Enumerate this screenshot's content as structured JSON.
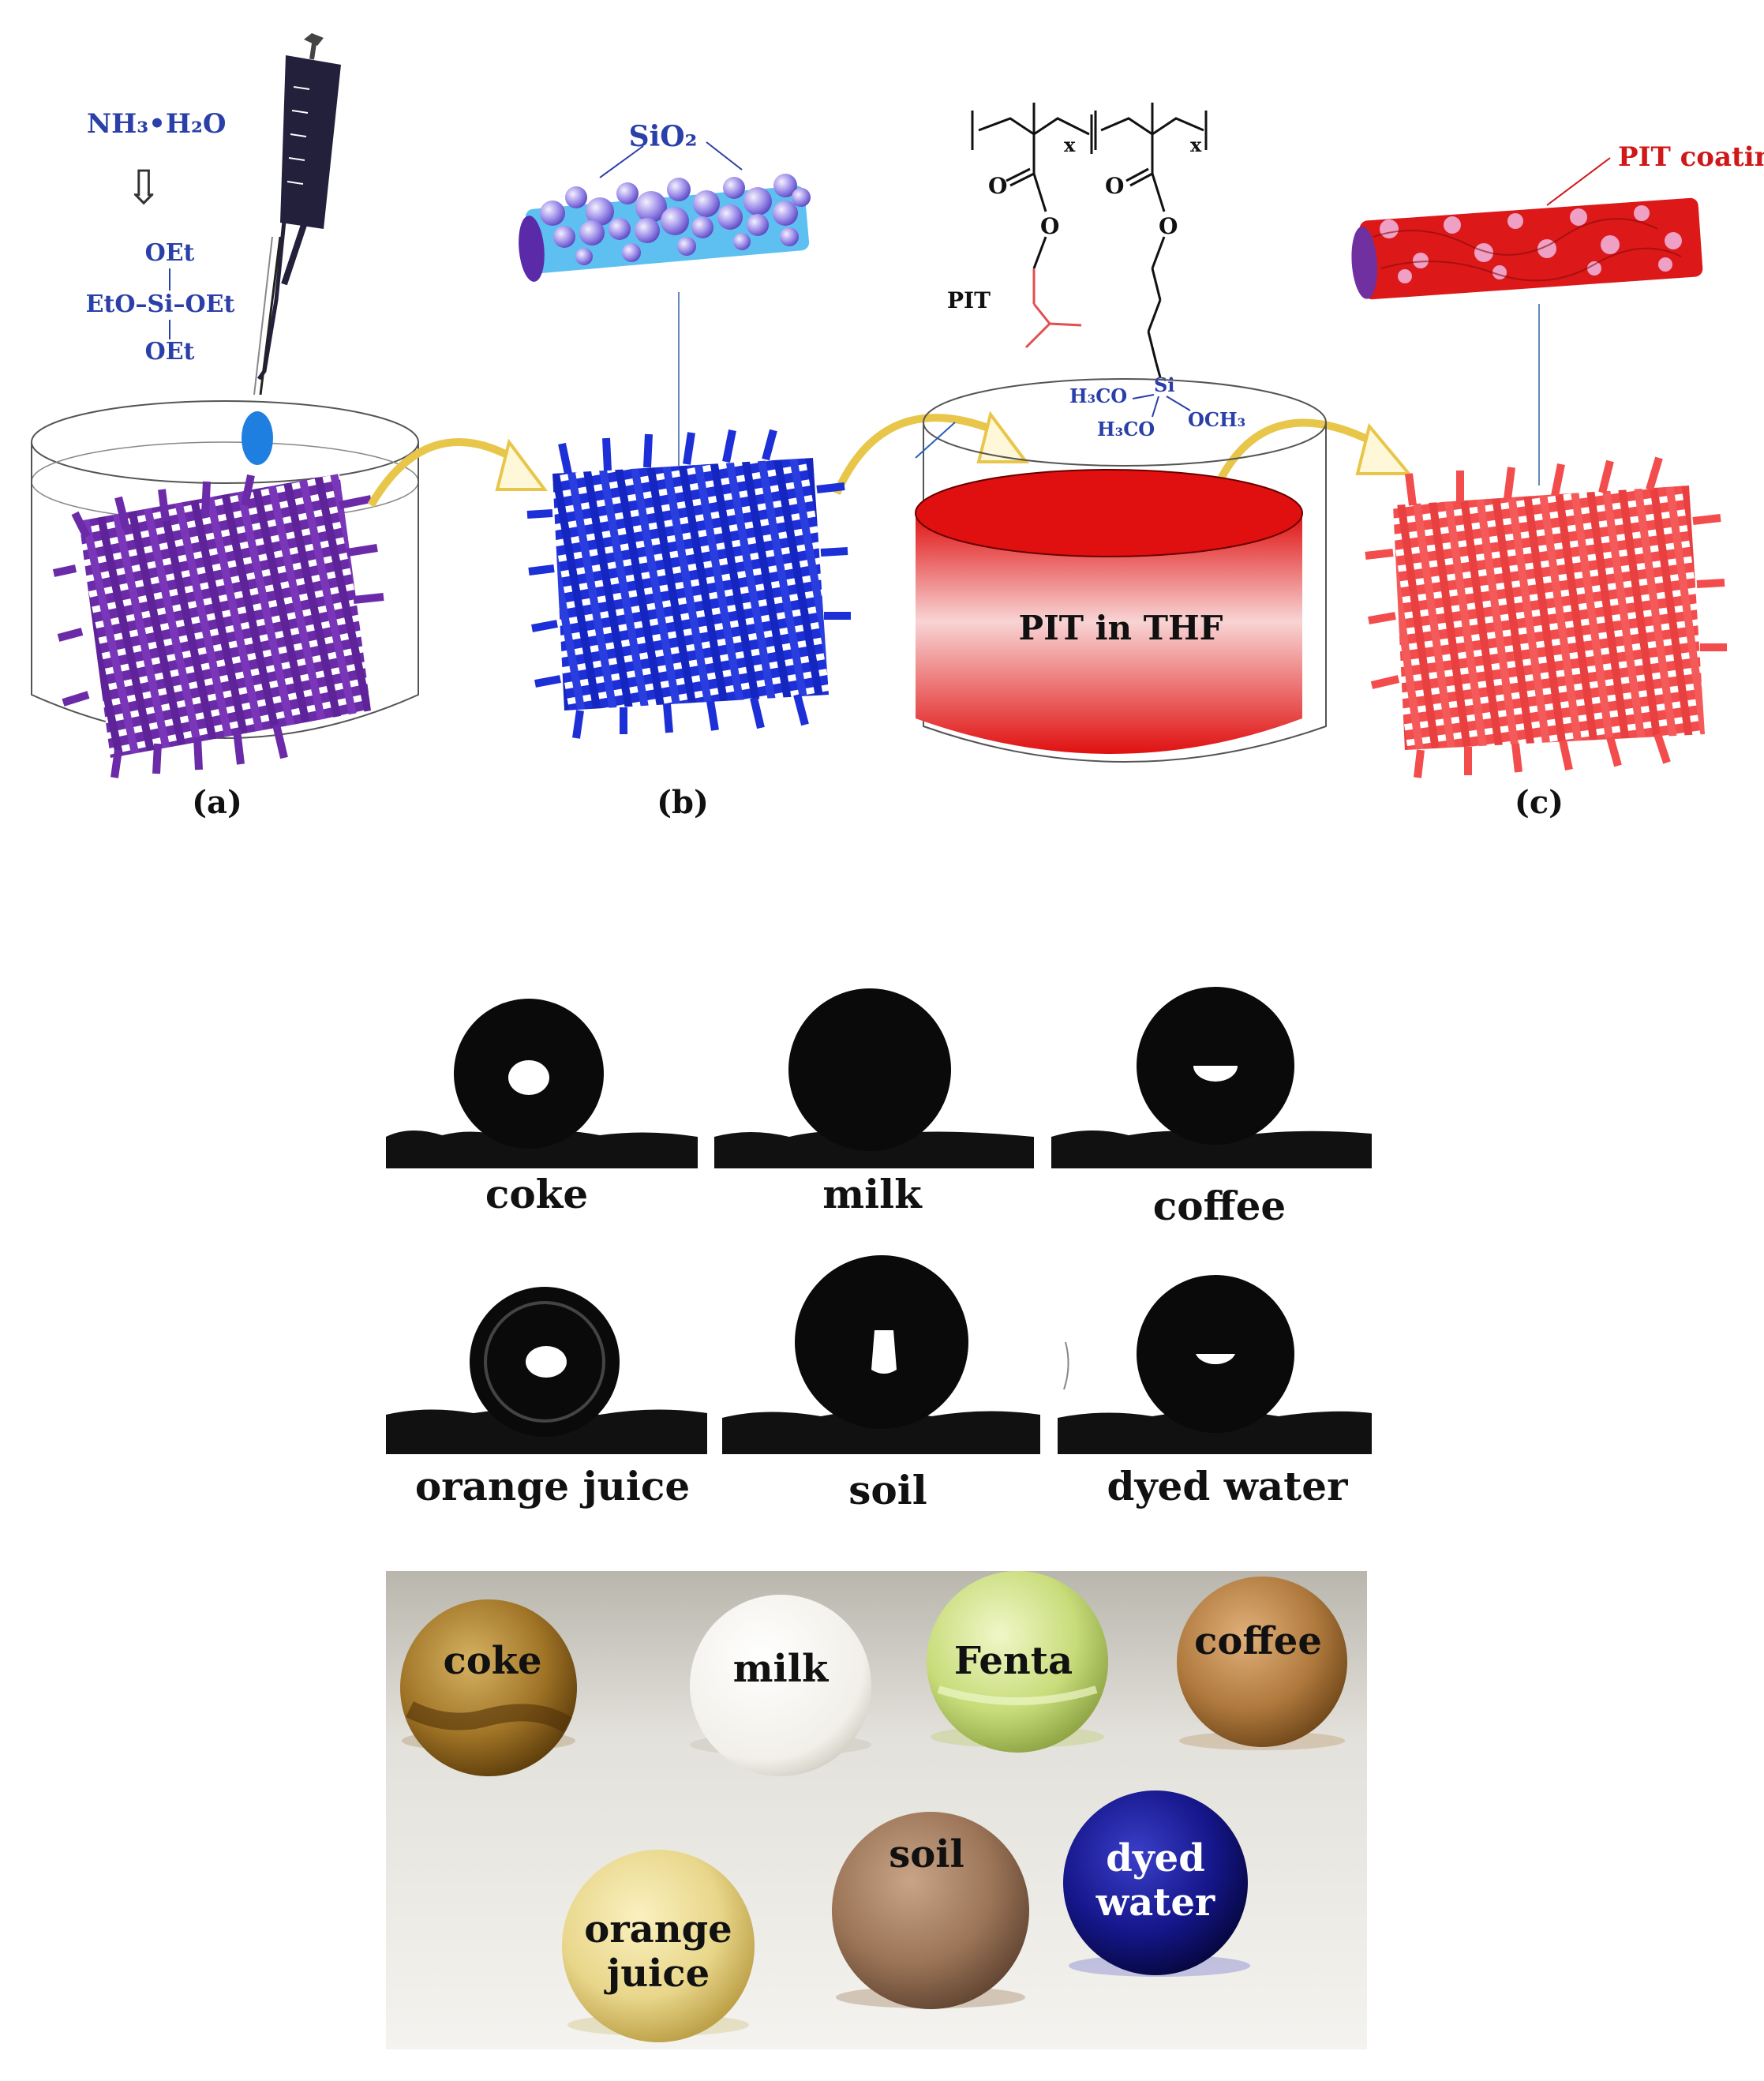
{
  "scheme": {
    "labels": {
      "a": "(a)",
      "b": "(b)",
      "c": "(c)"
    },
    "ammonia": "NH₃•H₂O",
    "arrow_down": "⇩",
    "teos": {
      "top": "OEt",
      "middle": "EtO–Si–OEt",
      "bottom": "OEt"
    },
    "sio2": "SiO₂",
    "pit_label": "PIT",
    "pit_solution": "PIT in THF",
    "pit_coating": "PIT coating",
    "subscript_x": "x",
    "carbonyl_o": "O",
    "ester_o": "O",
    "silane": {
      "si": "Si",
      "left": "H₃CO",
      "bottom": "H₃CO",
      "right": "OCH₃"
    }
  },
  "contact_angle": {
    "row1": [
      "coke",
      "milk",
      "coffee"
    ],
    "row2": [
      "orange juice",
      "soil",
      "dyed water"
    ]
  },
  "droplets_photo": {
    "labels": [
      "coke",
      "milk",
      "Fenta",
      "coffee",
      "orange juice",
      "soil",
      "dyed water"
    ],
    "colors": {
      "coke": "#8a5a14",
      "milk": "#f4f2ec",
      "Fenta": "#c8dc7a",
      "coffee": "#a66f33",
      "orange juice": "#e8d68a",
      "soil": "#9b7457",
      "dyed water": "#15168a"
    }
  },
  "colors": {
    "fabric_a": "#6b2aa8",
    "fabric_b": "#1d2fd6",
    "fabric_c": "#f24c4c",
    "solution": "#e01010",
    "arrow": "#e8c64a",
    "chem_blue": "#2a3fa8",
    "coating_red": "#d01818"
  }
}
